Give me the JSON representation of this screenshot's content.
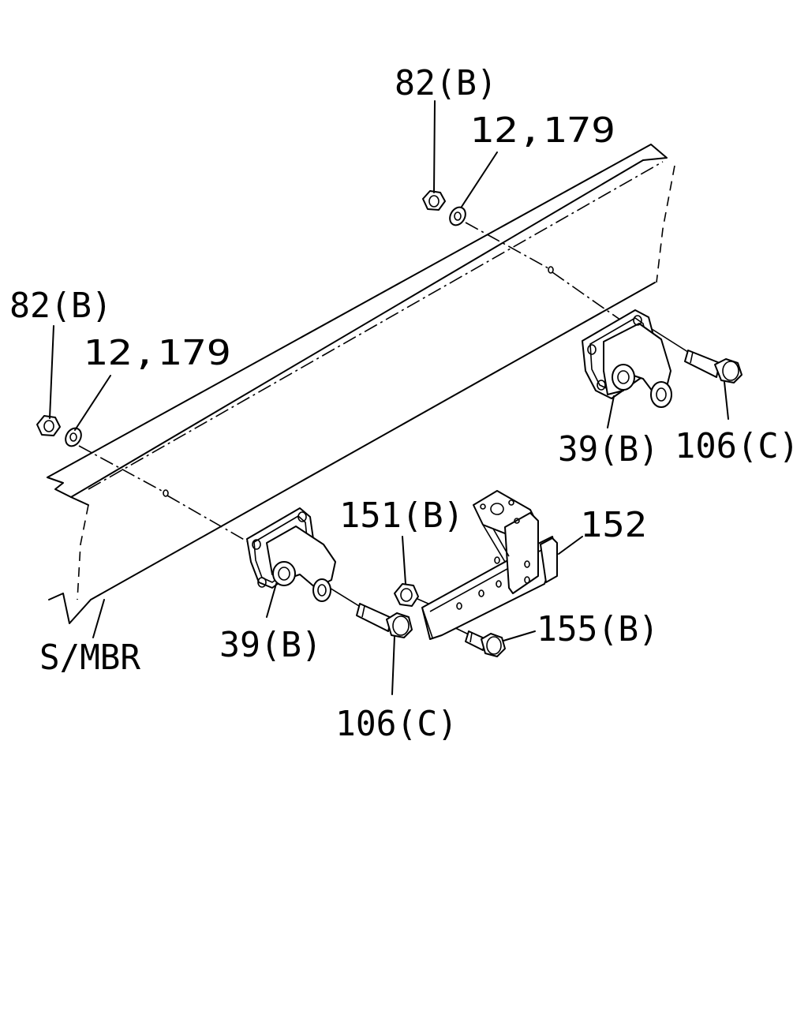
{
  "labels": {
    "nut_top": "82(B)",
    "washer_top": "12,179",
    "nut_left": "82(B)",
    "washer_left": "12,179",
    "bracket_right": "39(B)",
    "bolt_right": "106(C)",
    "nut_center": "151(B)",
    "crossmember": "152",
    "bolt_small": "155(B)",
    "bracket_left": "39(B)",
    "bolt_bottom": "106(C)",
    "side_member": "S/MBR"
  }
}
